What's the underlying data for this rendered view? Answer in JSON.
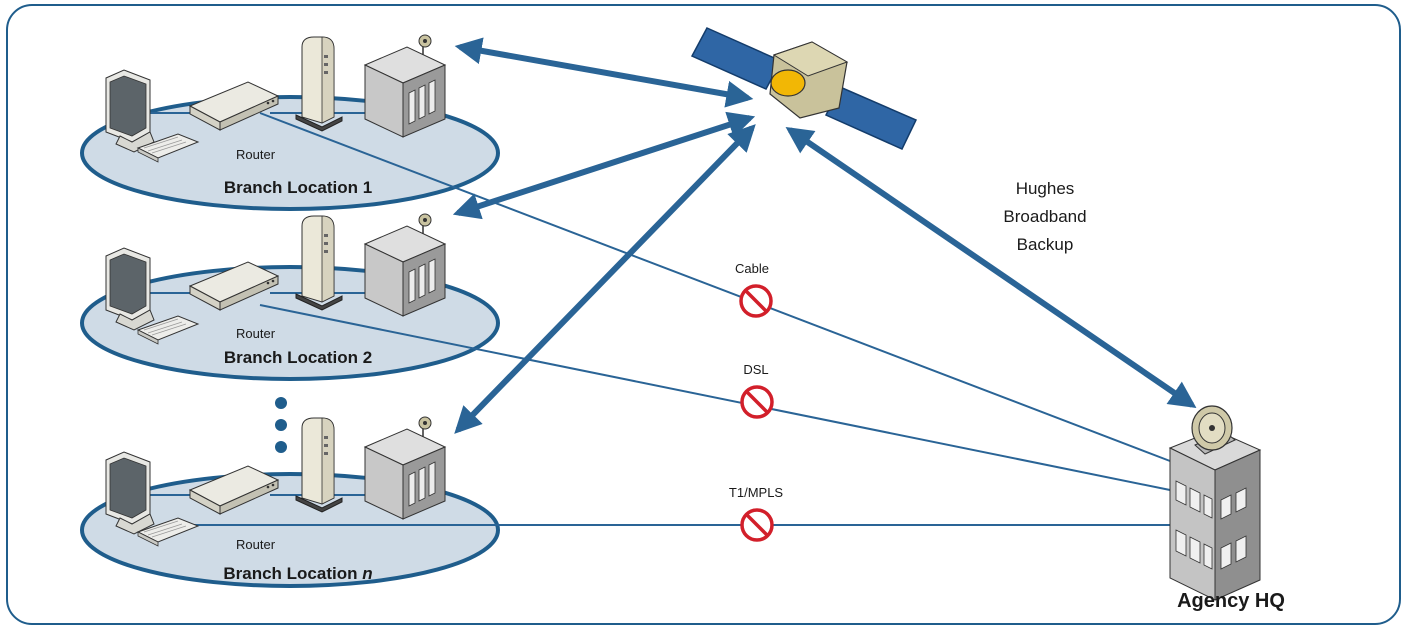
{
  "branches": [
    {
      "title": "Branch Location 1",
      "title_suffix": "",
      "router_label": "Router"
    },
    {
      "title": "Branch Location 2",
      "title_suffix": "",
      "router_label": "Router"
    },
    {
      "title": "Branch Location ",
      "title_suffix": "n",
      "router_label": "Router"
    }
  ],
  "links": [
    {
      "label": "Cable"
    },
    {
      "label": "DSL"
    },
    {
      "label": "T1/MPLS"
    }
  ],
  "backup": {
    "lines": [
      "Hughes",
      "Broadband",
      "Backup"
    ]
  },
  "hq": {
    "label": "Agency HQ"
  },
  "colors": {
    "frame": "#1f5d8c",
    "arrow": "#2a6496",
    "line": "#2a6496",
    "ellipse": "#cfdbe6",
    "blocked": "#d21f2a"
  }
}
